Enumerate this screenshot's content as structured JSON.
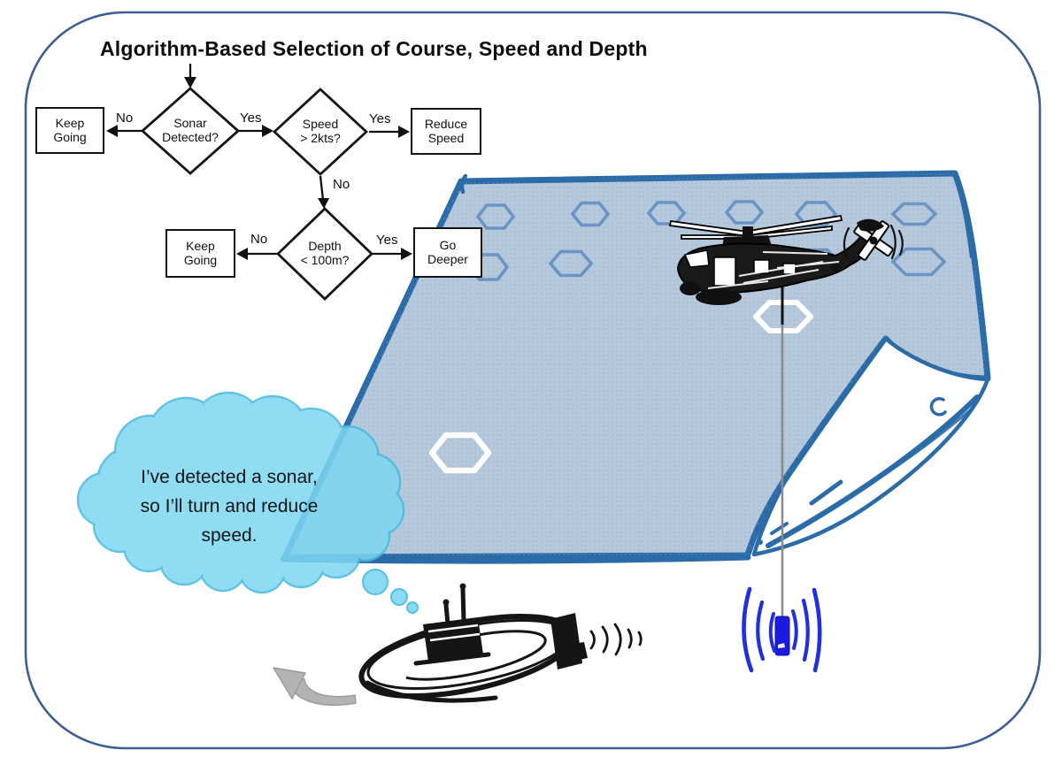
{
  "title": "Algorithm-Based Selection of Course, Speed and Depth",
  "flowchart": {
    "decisions": [
      {
        "id": "sonar-detected",
        "label": "Sonar\nDetected?"
      },
      {
        "id": "speed-check",
        "label": "Speed\n> 2kts?"
      },
      {
        "id": "depth-check",
        "label": "Depth\n< 100m?"
      }
    ],
    "actions": [
      {
        "id": "keep-going-1",
        "label": "Keep\nGoing"
      },
      {
        "id": "reduce-speed",
        "label": "Reduce\nSpeed"
      },
      {
        "id": "keep-going-2",
        "label": "Keep\nGoing"
      },
      {
        "id": "go-deeper",
        "label": "Go\nDeeper"
      }
    ],
    "edge_labels": {
      "sonar_no": "No",
      "sonar_yes": "Yes",
      "speed_yes": "Yes",
      "speed_no": "No",
      "depth_no": "No",
      "depth_yes": "Yes"
    }
  },
  "thought_bubble": {
    "text": "I’ve detected a sonar,\nso I’ll turn and reduce\nspeed."
  },
  "scene_icons": [
    "helicopter-sketch",
    "submarine-sketch",
    "dipping-sonar-icon",
    "sonar-waves-icon",
    "turn-arrow-icon",
    "thought-cloud",
    "sea-surface-grid"
  ],
  "colors": {
    "border_blue": "#3D5E94",
    "surface_fill": "#B6C8DB",
    "surface_stroke": "#2B6BA8",
    "hexagon_stroke": "#6190C4",
    "hexagon_white": "#FFFFFF",
    "cloud_fill": "#7DD7F2",
    "cloud_stroke": "#47BADF",
    "sonar_blue": "#1B1BDF",
    "wave_blue": "#2230DC",
    "cable_gray": "#8A8A8A",
    "arrow_gray": "#B3B3B3",
    "ink": "#111111"
  }
}
